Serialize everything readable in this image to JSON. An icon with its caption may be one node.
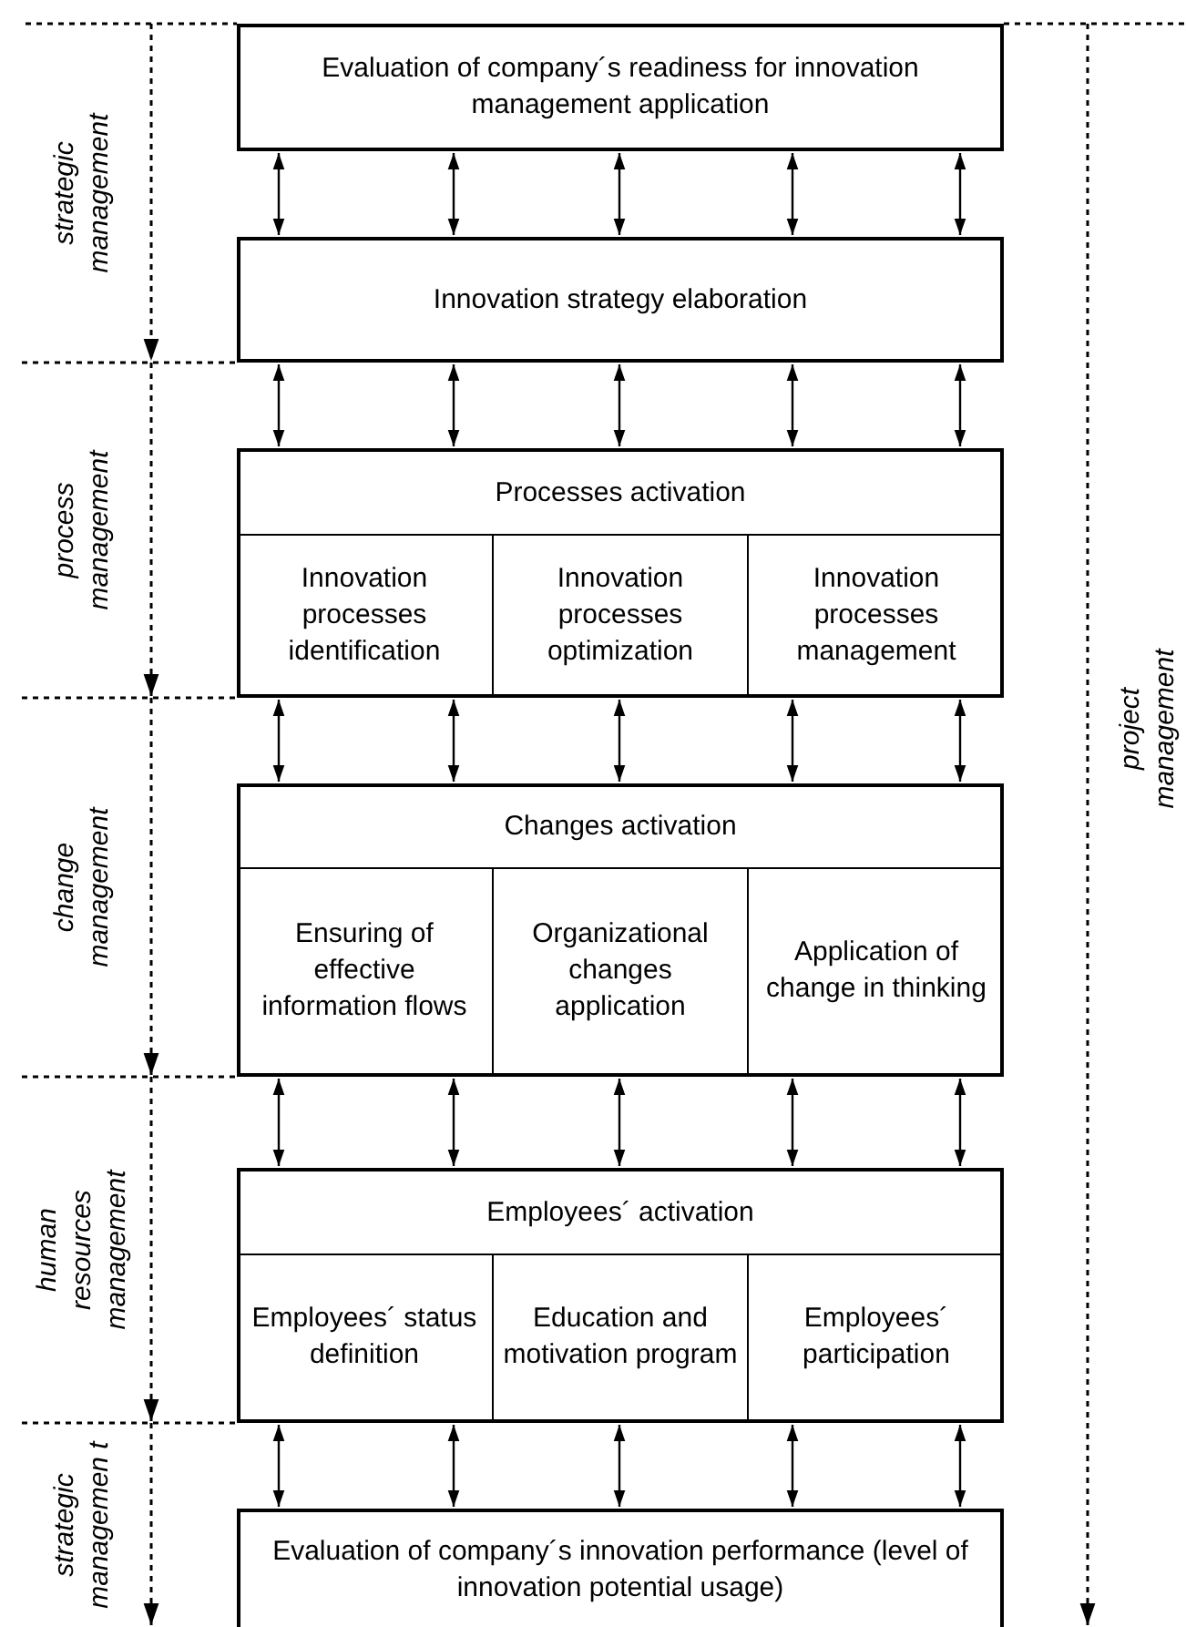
{
  "diagram": {
    "nodes": [
      {
        "text": [
          "Evaluation of company´s readiness for innovation management application"
        ]
      },
      {
        "text": [
          "Innovation strategy elaboration"
        ]
      },
      {
        "text": [
          "Processes activation"
        ]
      },
      {
        "text": [
          "Innovation processes identification"
        ],
        "in": 2
      },
      {
        "text": [
          "Innovation processes optimization"
        ],
        "in": 2
      },
      {
        "text": [
          "Innovation processes management"
        ],
        "in": 2
      },
      {
        "text": [
          "Changes activation"
        ]
      },
      {
        "text": [
          "Ensuring of effective information flows"
        ],
        "in": 6
      },
      {
        "text": [
          "Organizational changes application"
        ],
        "in": 6
      },
      {
        "text": [
          "Application of change in thinking"
        ],
        "in": 6
      },
      {
        "text": [
          "Employees´ activation"
        ]
      },
      {
        "text": [
          "Employees´ status definition"
        ],
        "in": 10
      },
      {
        "text": [
          "Education and motivation program"
        ],
        "in": 10
      },
      {
        "text": [
          "Employees´ participation"
        ],
        "in": 10
      },
      {
        "text": [
          "Evaluation of company´s innovation performance (level of innovation potential usage)"
        ]
      }
    ],
    "edges": [
      {
        "from": 0,
        "to": 1,
        "arrow": "both"
      },
      {
        "from": 0,
        "to": 1,
        "arrow": "both"
      },
      {
        "from": 0,
        "to": 1,
        "arrow": "both"
      },
      {
        "from": 0,
        "to": 1,
        "arrow": "both"
      },
      {
        "from": 0,
        "to": 1,
        "arrow": "both"
      },
      {
        "from": 1,
        "to": 2,
        "arrow": "both"
      },
      {
        "from": 1,
        "to": 2,
        "arrow": "both"
      },
      {
        "from": 1,
        "to": 2,
        "arrow": "both"
      },
      {
        "from": 1,
        "to": 2,
        "arrow": "both"
      },
      {
        "from": 1,
        "to": 2,
        "arrow": "both"
      },
      {
        "from": 2,
        "to": 6,
        "arrow": "both"
      },
      {
        "from": 2,
        "to": 6,
        "arrow": "both"
      },
      {
        "from": 2,
        "to": 6,
        "arrow": "both"
      },
      {
        "from": 2,
        "to": 6,
        "arrow": "both"
      },
      {
        "from": 2,
        "to": 6,
        "arrow": "both"
      },
      {
        "from": 6,
        "to": 10,
        "arrow": "both"
      },
      {
        "from": 6,
        "to": 10,
        "arrow": "both"
      },
      {
        "from": 6,
        "to": 10,
        "arrow": "both"
      },
      {
        "from": 6,
        "to": 10,
        "arrow": "both"
      },
      {
        "from": 6,
        "to": 10,
        "arrow": "both"
      },
      {
        "from": 10,
        "to": 14,
        "arrow": "both"
      },
      {
        "from": 10,
        "to": 14,
        "arrow": "both"
      },
      {
        "from": 10,
        "to": 14,
        "arrow": "both"
      },
      {
        "from": 10,
        "to": 14,
        "arrow": "both"
      },
      {
        "from": 10,
        "to": 14,
        "arrow": "both"
      }
    ],
    "labels": [
      "strategic management",
      "process management",
      "change management",
      "human resources management",
      "strategic managemen t",
      "project management"
    ]
  }
}
